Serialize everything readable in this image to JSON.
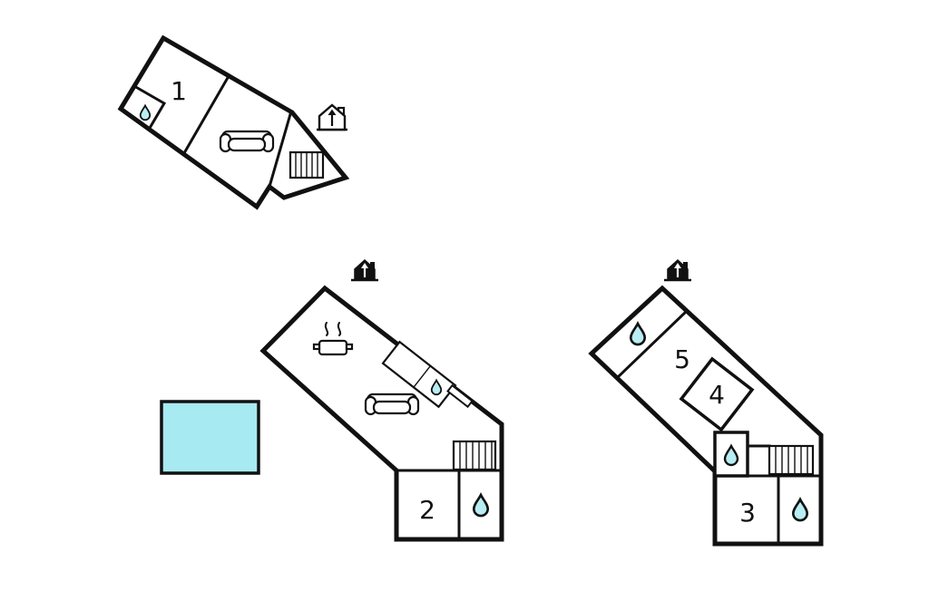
{
  "background_color": "#ffffff",
  "colors": {
    "wall": "#111111",
    "water_drop": "#b7edf3",
    "pool": "#a8eaf2"
  },
  "rooms": {
    "room1": "1",
    "room2": "2",
    "room3": "3",
    "room4": "4",
    "room5": "5"
  },
  "icons": {
    "entrance": "house-with-arrow-icon",
    "water": "water-drop-icon",
    "stairs": "stairs-hatched-icon",
    "sofa": "sofa-top-view-icon",
    "stove": "pot-with-steam-icon",
    "pool": "swimming-pool-rectangle"
  }
}
